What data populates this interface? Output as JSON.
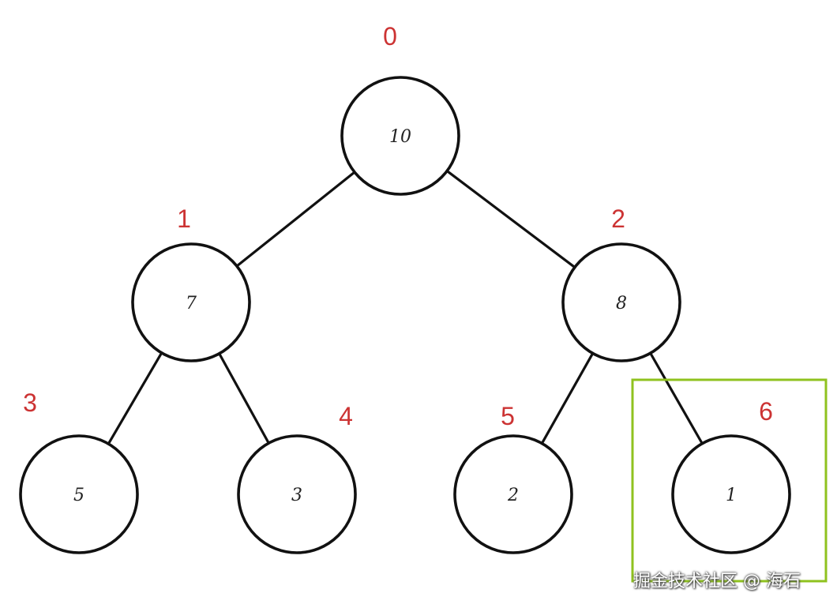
{
  "diagram": {
    "nodes": [
      {
        "index": "0",
        "value": "10"
      },
      {
        "index": "1",
        "value": "7"
      },
      {
        "index": "2",
        "value": "8"
      },
      {
        "index": "3",
        "value": "5"
      },
      {
        "index": "4",
        "value": "3"
      },
      {
        "index": "5",
        "value": "2"
      },
      {
        "index": "6",
        "value": "1"
      }
    ],
    "edges": [
      {
        "from": "0",
        "to": "1"
      },
      {
        "from": "0",
        "to": "2"
      },
      {
        "from": "1",
        "to": "3"
      },
      {
        "from": "1",
        "to": "4"
      },
      {
        "from": "2",
        "to": "5"
      },
      {
        "from": "2",
        "to": "6"
      }
    ],
    "highlighted_node": "6"
  },
  "colors": {
    "index_label": "#cc3333",
    "highlight": "#8fc21f",
    "stroke": "#111111"
  },
  "watermark": "掘金技术社区 @ 海石"
}
